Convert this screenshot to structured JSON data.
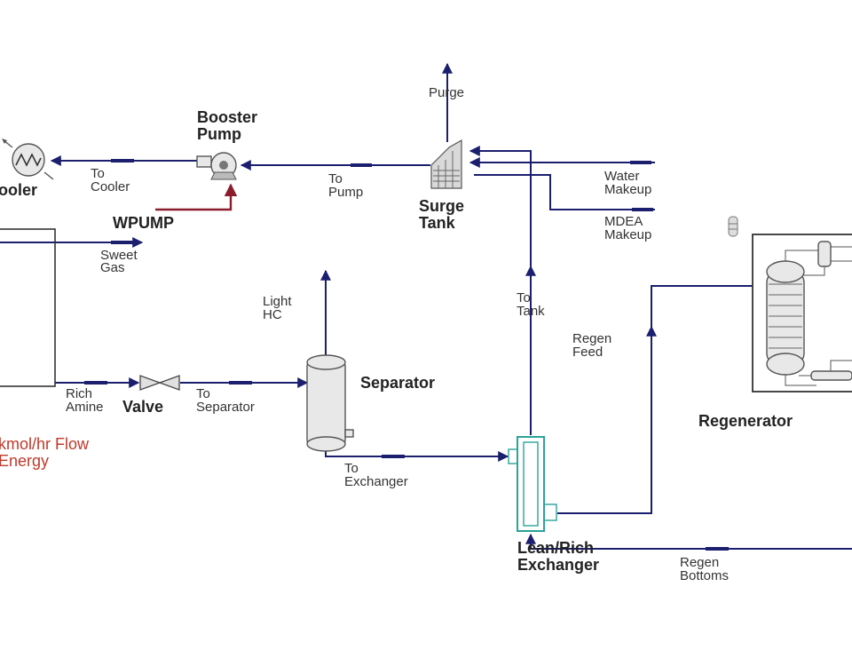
{
  "units": {
    "booster_pump": [
      "Booster",
      "Pump"
    ],
    "cooler": "ooler",
    "wpump": "WPUMP",
    "surge_tank": [
      "Surge",
      "Tank"
    ],
    "valve": "Valve",
    "separator": "Separator",
    "regenerator": "Regenerator",
    "exchanger": [
      "Lean/Rich",
      "Exchanger"
    ]
  },
  "streams": {
    "purge": "Purge",
    "to_cooler": [
      "To",
      "Cooler"
    ],
    "to_pump": [
      "To",
      "Pump"
    ],
    "water_makeup": [
      "Water",
      "Makeup"
    ],
    "mdea_makeup": [
      "MDEA",
      "Makeup"
    ],
    "sweet_gas": [
      "Sweet",
      "Gas"
    ],
    "light_hc": [
      "Light",
      "HC"
    ],
    "to_tank": [
      "To",
      "Tank"
    ],
    "regen_feed": [
      "Regen",
      "Feed"
    ],
    "rich_amine": [
      "Rich",
      "Amine"
    ],
    "to_separator": [
      "To",
      "Separator"
    ],
    "to_exchanger": [
      "To",
      "Exchanger"
    ],
    "regen_bottoms": [
      "Regen",
      "Bottoms"
    ]
  },
  "legend": {
    "flow": "kmol/hr Flow",
    "energy": "Energy"
  },
  "colors": {
    "material_stream": "#1b1f6e",
    "energy_stream": "#8b1c2c",
    "legend_text": "#c0392b",
    "exchanger": "#2aa39a"
  }
}
